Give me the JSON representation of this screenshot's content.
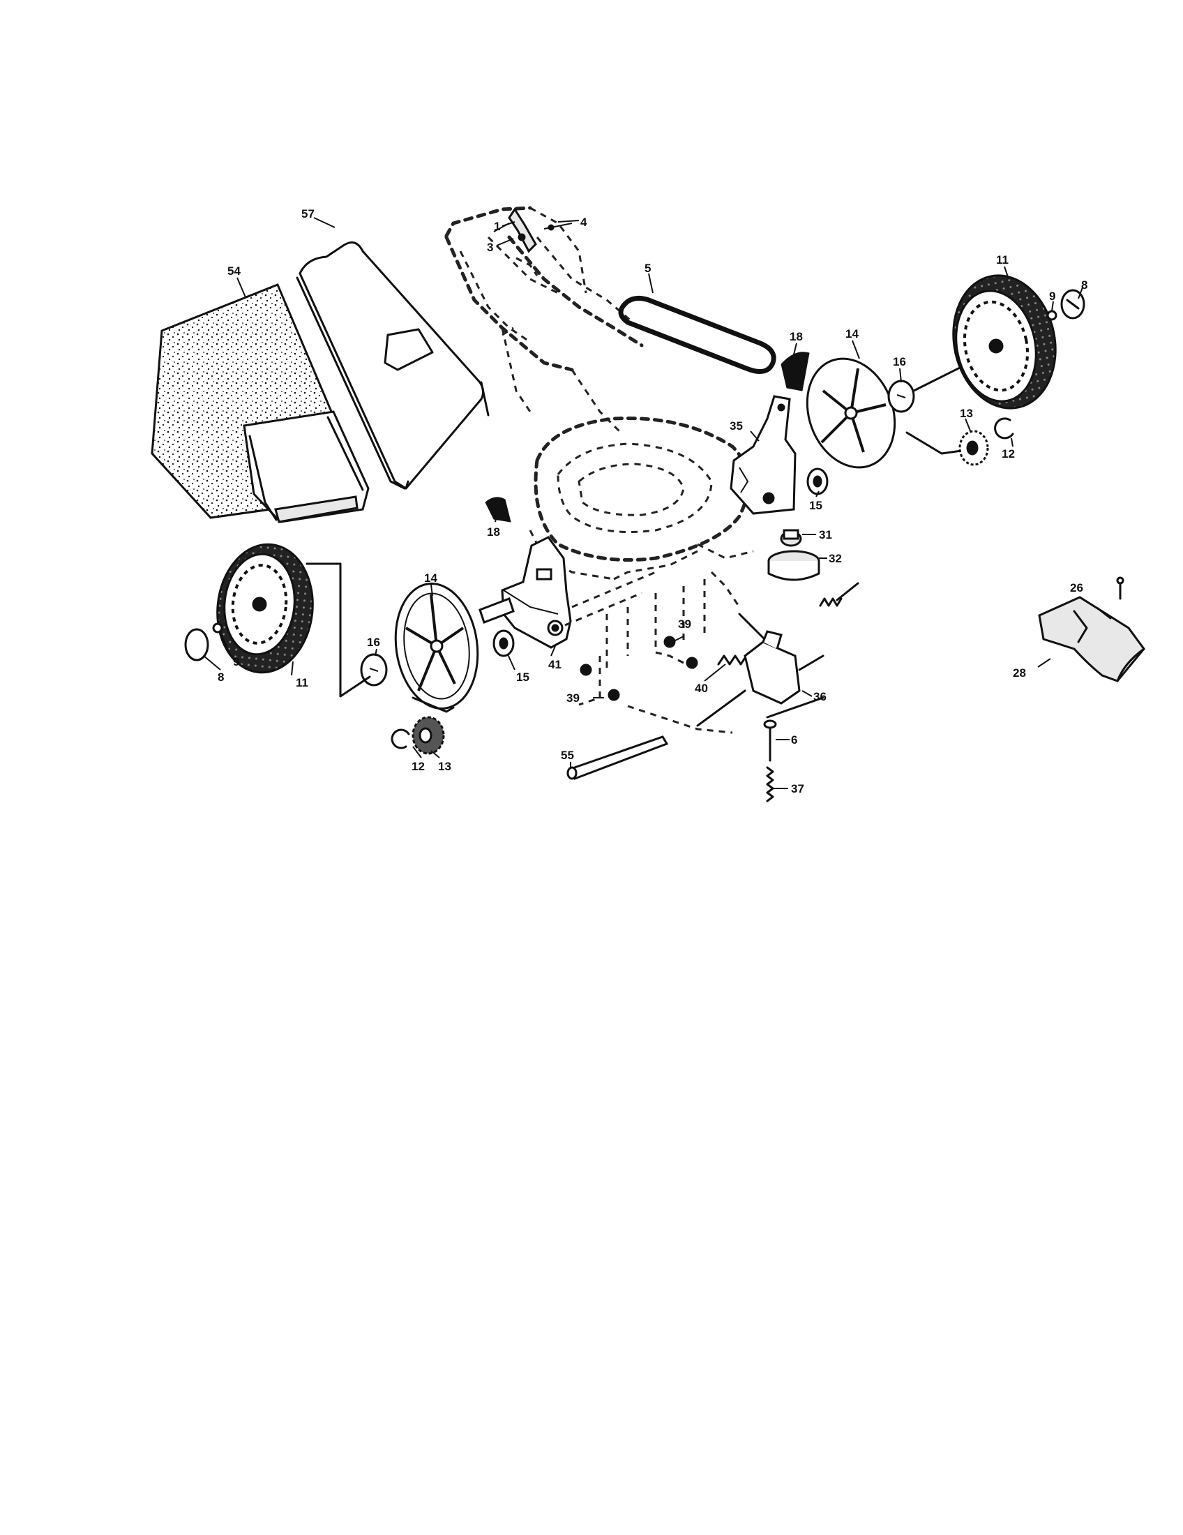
{
  "callouts": {
    "c54": "54",
    "c57": "57",
    "c1": "1",
    "c3": "3",
    "c4": "4",
    "c5": "5",
    "c18_top": "18",
    "c14_right": "14",
    "c16_right": "16",
    "c11_right": "11",
    "c9_right": "9",
    "c8_right": "8",
    "c13_right": "13",
    "c12_right": "12",
    "c35": "35",
    "c15_right": "15",
    "c31": "31",
    "c32": "32",
    "c18_left": "18",
    "c14_left": "14",
    "c16_left": "16",
    "c11_left": "11",
    "c9_left": "9",
    "c8_left": "8",
    "c41": "41",
    "c15_left": "15",
    "c39_upper": "39",
    "c39_lower": "39",
    "c40": "40",
    "c36": "36",
    "c6": "6",
    "c37": "37",
    "c12_left": "12",
    "c13_left": "13",
    "c55": "55",
    "c26": "26",
    "c28": "28"
  }
}
